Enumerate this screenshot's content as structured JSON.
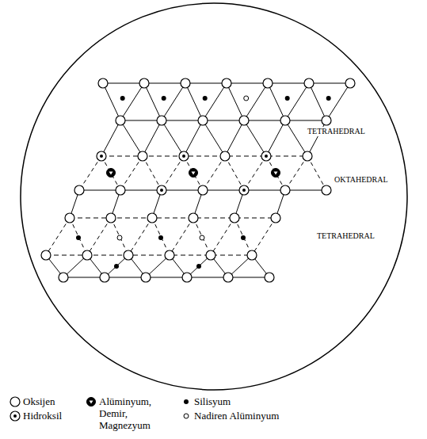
{
  "diagram": {
    "labels": [
      "TETRAHEDRAL",
      "OKTAHEDRAL",
      "TETRAHEDRAL"
    ],
    "legend": [
      {
        "text": "Oksijen"
      },
      {
        "text": "Hidroksil"
      },
      {
        "text": "Alüminyum, Demir, Magnezyum"
      },
      {
        "text": "Silisyum"
      },
      {
        "text": "Nadiren Alüminyum"
      }
    ]
  }
}
